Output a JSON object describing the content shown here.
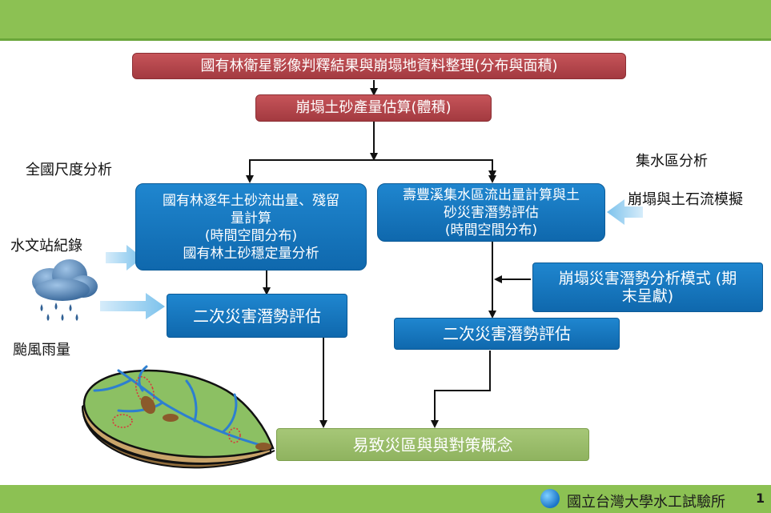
{
  "boxes": {
    "classification": "國有林衛星影像判釋結果與崩塌地資料整理(分布與面積)",
    "volume": "崩塌土砂產量估算(體積)",
    "national_sediment": [
      "國有林逐年土砂流出量、殘留",
      "量計算",
      "(時間空間分布)",
      "國有林土砂穩定量分析"
    ],
    "shoufeng": [
      "壽豐溪集水區流出量計算與土",
      "砂災害潛勢評估",
      "(時間空間分布)"
    ],
    "secondary_left": "二次災害潛勢評估",
    "collapse_model": [
      "崩塌災害潛勢分析模式 (期",
      "末呈獻)"
    ],
    "secondary_right": "二次災害潛勢評估",
    "concept": "易致災區與與對策概念"
  },
  "labels": {
    "national_scale": "全國尺度分析",
    "watershed": "集水區分析",
    "hydro_station": "水文站紀錄",
    "typhoon_rain": "颱風雨量",
    "landslide_debris": "崩塌與土石流模擬"
  },
  "footer": {
    "institute": "國立台灣大學水工試驗所",
    "page": "1"
  },
  "icons": [
    "rain-cloud-icon",
    "terrain-basin-icon",
    "globe-logo-icon"
  ],
  "colors": {
    "header_green": "#8cc153",
    "red_box": "#b5454a",
    "blue_box": "#1478c0",
    "green_box": "#9abd6a",
    "input_arrow": "#8ec9ec"
  }
}
